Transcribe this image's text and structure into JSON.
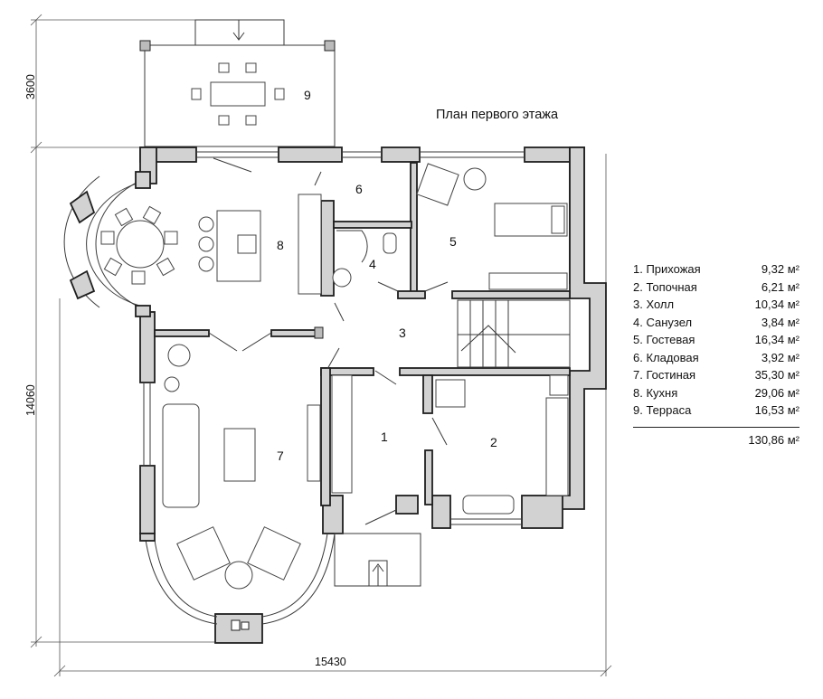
{
  "title": "План первого этажа",
  "dimensions": {
    "terrace_depth": "3600",
    "total_depth": "14060",
    "total_width": "15430"
  },
  "room_numbers": [
    "1",
    "2",
    "3",
    "4",
    "5",
    "6",
    "7",
    "8",
    "9"
  ],
  "legend": {
    "items": [
      {
        "name": "1. Прихожая",
        "area": "9,32 м²"
      },
      {
        "name": "2. Топочная",
        "area": "6,21 м²"
      },
      {
        "name": "3. Холл",
        "area": "10,34 м²"
      },
      {
        "name": "4. Санузел",
        "area": "3,84 м²"
      },
      {
        "name": "5. Гостевая",
        "area": "16,34 м²"
      },
      {
        "name": "6. Кладовая",
        "area": "3,92 м²"
      },
      {
        "name": "7. Гостиная",
        "area": "35,30 м²"
      },
      {
        "name": "8. Кухня",
        "area": "29,06 м²"
      },
      {
        "name": "9. Терраса",
        "area": "16,53 м²"
      }
    ],
    "total": "130,86 м²"
  }
}
